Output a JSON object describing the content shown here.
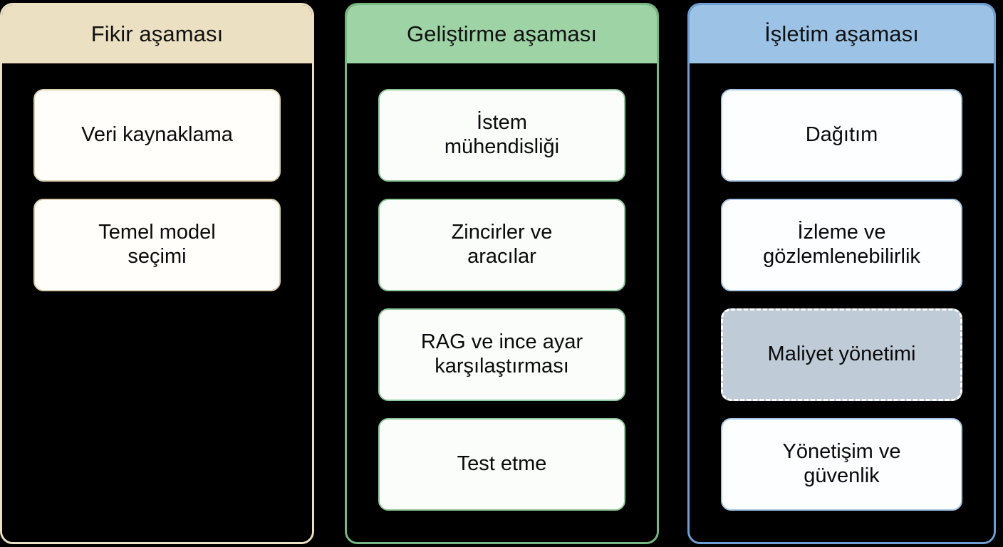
{
  "diagram": {
    "title_text_color": "#111111",
    "background": "#000000",
    "columns": [
      {
        "id": "ideation",
        "header": "Fikir aşaması",
        "header_bg": "#ece0c3",
        "border_color": "#ece0c3",
        "card_border": "#ddd0b0",
        "cards": [
          {
            "label": "Veri kaynaklama",
            "style": "solid",
            "fill": "#fffefb",
            "height": 130
          },
          {
            "label": "Temel model\nseçimi",
            "style": "solid",
            "fill": "#fffefb",
            "height": 130
          }
        ]
      },
      {
        "id": "build",
        "header": "Geliştirme aşaması",
        "header_bg": "#9ed3a6",
        "border_color": "#76b87f",
        "card_border": "#8fc79a",
        "cards": [
          {
            "label": "İstem\nmühendisliği",
            "style": "solid",
            "fill": "#fbfdfb",
            "height": 130
          },
          {
            "label": "Zincirler ve\naracılar",
            "style": "solid",
            "fill": "#fbfdfb",
            "height": 130
          },
          {
            "label": "RAG ve ince ayar\nkarşılaştırması",
            "style": "solid",
            "fill": "#fbfdfb",
            "height": 130
          },
          {
            "label": "Test etme",
            "style": "solid",
            "fill": "#fbfdfb",
            "height": 130
          }
        ]
      },
      {
        "id": "operate",
        "header": "İşletim aşaması",
        "header_bg": "#9cc3e6",
        "border_color": "#6f9fd0",
        "card_border": "#a8c7e6",
        "cards": [
          {
            "label": "Dağıtım",
            "style": "solid",
            "fill": "#fdfeff",
            "height": 130
          },
          {
            "label": "İzleme ve\ngözlemlenebilirlik",
            "style": "solid",
            "fill": "#fdfeff",
            "height": 130
          },
          {
            "label": "Maliyet yönetimi",
            "style": "dashed",
            "fill": "#bfcbd6",
            "height": 130,
            "border_color": "#ffffff"
          },
          {
            "label": "Yönetişim ve\ngüvenlik",
            "style": "solid",
            "fill": "#fdfeff",
            "height": 130
          }
        ]
      }
    ]
  }
}
